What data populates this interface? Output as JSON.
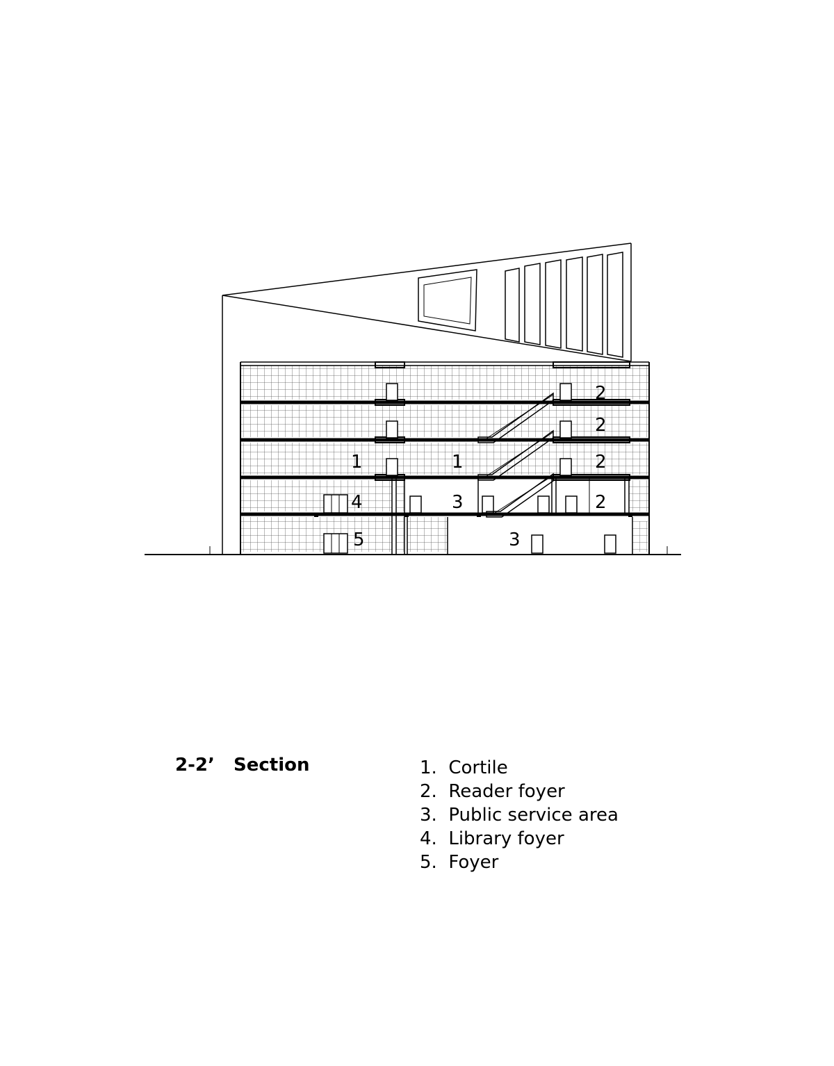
{
  "section": {
    "title": "2-2’   Section"
  },
  "legend": [
    "1.  Cortile",
    "2.  Reader foyer",
    "3.  Public service area",
    "4.  Library foyer",
    "5.  Foyer"
  ],
  "tags": {
    "one": "1",
    "two": "2",
    "three": "3",
    "four": "4",
    "five": "5"
  },
  "colors": {
    "line": "#000000",
    "grid": "#555555",
    "background": "#ffffff"
  }
}
